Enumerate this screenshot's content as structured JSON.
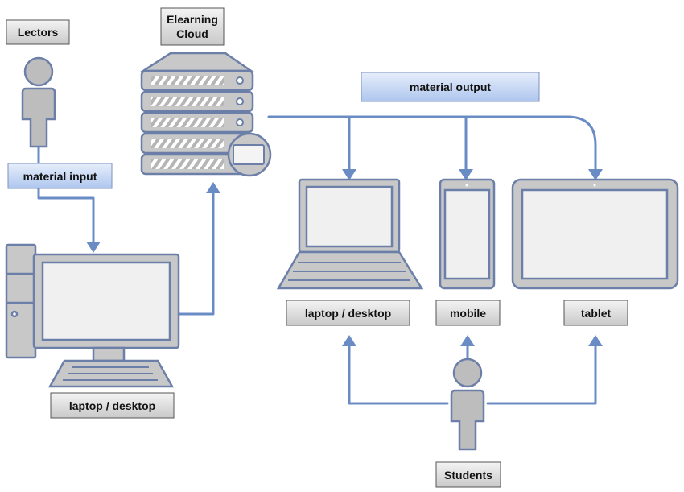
{
  "labels": {
    "lectors": "Lectors",
    "cloud_line1": "Elearning",
    "cloud_line2": "Cloud",
    "material_input": "material input",
    "material_output": "material output",
    "lector_device": "laptop / desktop",
    "student_laptop": "laptop / desktop",
    "mobile": "mobile",
    "tablet": "tablet",
    "students": "Students"
  },
  "colors": {
    "connector": "#6a8cc4",
    "device_outline": "#6b7fa8",
    "device_fill": "#c8c8c8",
    "screen": "#f0f0f0",
    "person_fill": "#bdbdbd",
    "label_box_gray": "#d9d9d9",
    "label_box_blue": "#c6d6f0"
  }
}
